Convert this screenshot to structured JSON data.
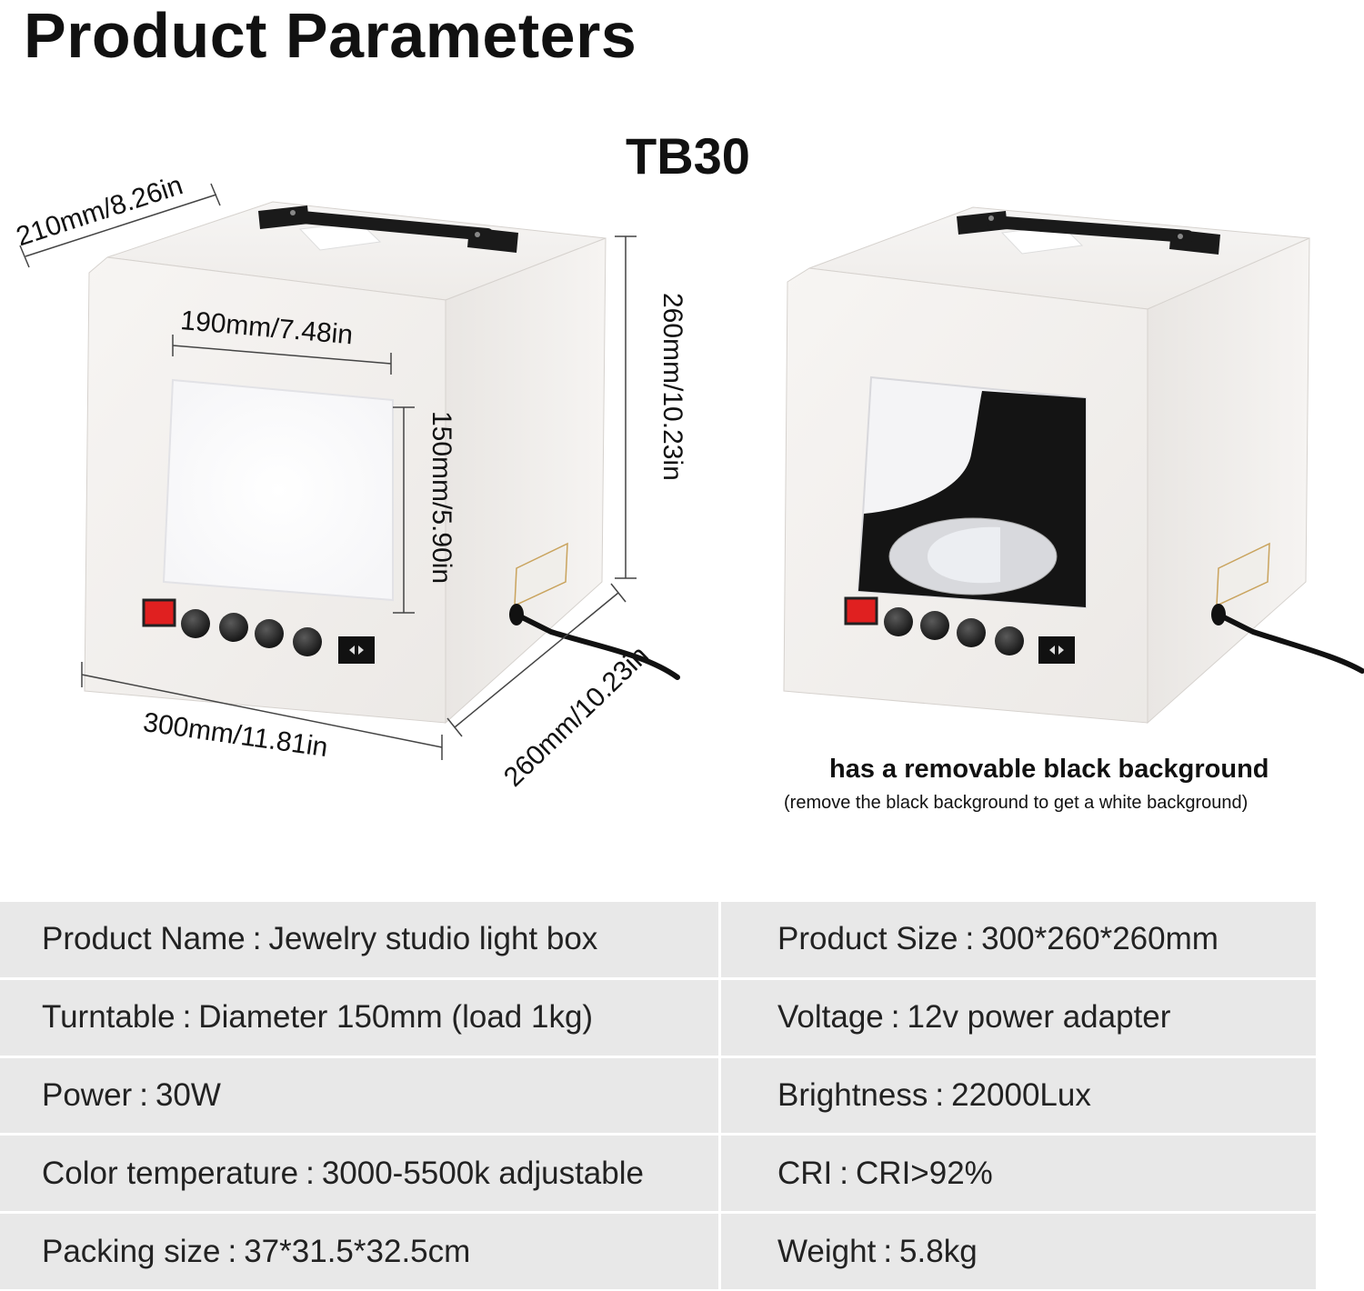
{
  "page_title": "Product Parameters",
  "model": "TB30",
  "dimensions": {
    "depth_top": "210mm/8.26in",
    "window_width": "190mm/7.48in",
    "window_height": "150mm/5.90in",
    "box_height": "260mm/10.23in",
    "box_depth": "260mm/10.23in",
    "box_width": "300mm/11.81in"
  },
  "note": {
    "main": "has a removable black background",
    "sub": "(remove the black background to get a white background)"
  },
  "specs": [
    {
      "label": "Product Name",
      "value": "Jewelry studio light box"
    },
    {
      "label": "Product Size",
      "value": "300*260*260mm"
    },
    {
      "label": "Turntable",
      "value": "Diameter 150mm (load 1kg)"
    },
    {
      "label": "Voltage",
      "value": "12v power adapter"
    },
    {
      "label": "Power",
      "value": "30W"
    },
    {
      "label": "Brightness",
      "value": "22000Lux"
    },
    {
      "label": "Color temperature",
      "value": "3000-5500k adjustable"
    },
    {
      "label": "CRI",
      "value": "CRI>92%"
    },
    {
      "label": "Packing size",
      "value": "37*31.5*32.5cm"
    },
    {
      "label": "Weight",
      "value": "5.8kg"
    }
  ],
  "colors": {
    "table_cell": "#e8e8e8",
    "box_body": "#f3f0ed",
    "switch_red": "#e02020",
    "handle": "#1a1a1a"
  }
}
